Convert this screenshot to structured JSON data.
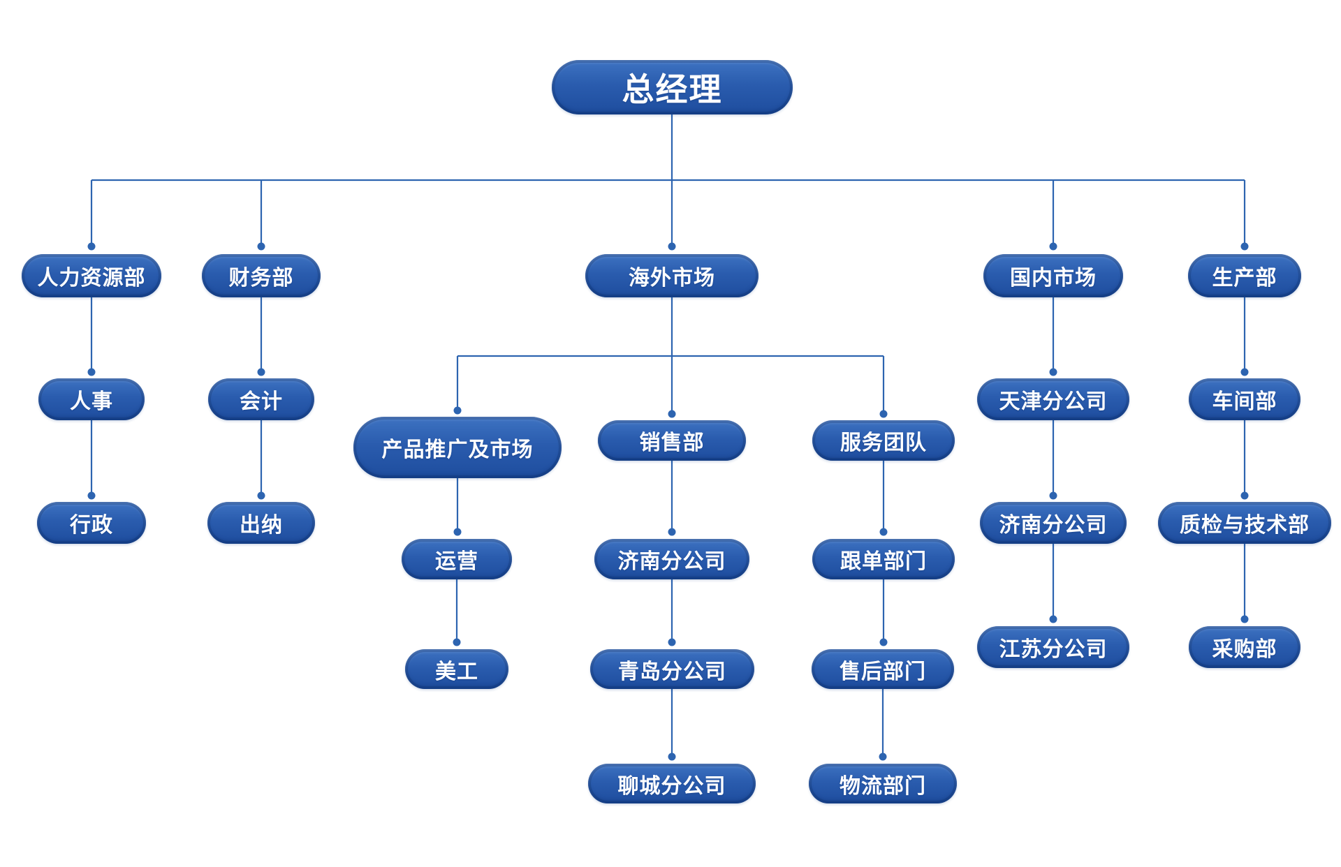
{
  "colors": {
    "node_light": "#3e73c2",
    "node_mid": "#2a5cae",
    "node_dark": "#1e4d9e",
    "connector": "#2d64b0",
    "node_text": "#ffffff",
    "background": "#ffffff"
  },
  "org": {
    "root": {
      "label": "总经理",
      "children": [
        {
          "label": "人力资源部",
          "children": [
            {
              "label": "人事",
              "children": [
                {
                  "label": "行政",
                  "children": []
                }
              ]
            }
          ]
        },
        {
          "label": "财务部",
          "children": [
            {
              "label": "会计",
              "children": [
                {
                  "label": "出纳",
                  "children": []
                }
              ]
            }
          ]
        },
        {
          "label": "海外市场",
          "children": [
            {
              "label": "产品推广及市场",
              "children": [
                {
                  "label": "运营",
                  "children": [
                    {
                      "label": "美工",
                      "children": []
                    }
                  ]
                }
              ]
            },
            {
              "label": "销售部",
              "children": [
                {
                  "label": "济南分公司",
                  "children": [
                    {
                      "label": "青岛分公司",
                      "children": [
                        {
                          "label": "聊城分公司",
                          "children": []
                        }
                      ]
                    }
                  ]
                }
              ]
            },
            {
              "label": "服务团队",
              "children": [
                {
                  "label": "跟单部门",
                  "children": [
                    {
                      "label": "售后部门",
                      "children": [
                        {
                          "label": "物流部门",
                          "children": []
                        }
                      ]
                    }
                  ]
                }
              ]
            }
          ]
        },
        {
          "label": "国内市场",
          "children": [
            {
              "label": "天津分公司",
              "children": [
                {
                  "label": "济南分公司",
                  "children": [
                    {
                      "label": "江苏分公司",
                      "children": []
                    }
                  ]
                }
              ]
            }
          ]
        },
        {
          "label": "生产部",
          "children": [
            {
              "label": "车间部",
              "children": [
                {
                  "label": "质检与技术部",
                  "children": [
                    {
                      "label": "采购部",
                      "children": []
                    }
                  ]
                }
              ]
            }
          ]
        }
      ]
    }
  }
}
